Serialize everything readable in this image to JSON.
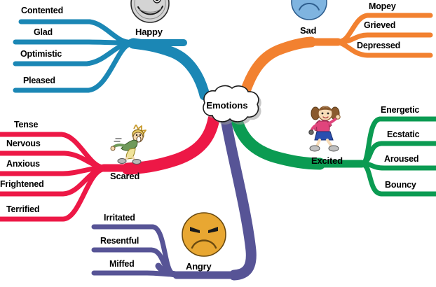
{
  "diagram": {
    "title": "Emotions",
    "type": "mind-map",
    "background_color": "#ffffff",
    "center": {
      "label": "Emotions",
      "shape": "cloud",
      "fill": "#ffffff",
      "stroke": "#000000"
    },
    "branches": [
      {
        "id": "happy",
        "label": "Happy",
        "color": "#1b87b5",
        "icon": "smiley-wink-icon",
        "side": "left-top",
        "children": [
          {
            "label": "Contented"
          },
          {
            "label": "Glad"
          },
          {
            "label": "Optimistic"
          },
          {
            "label": "Pleased"
          }
        ]
      },
      {
        "id": "sad",
        "label": "Sad",
        "color": "#f28130",
        "icon": "sad-face-icon",
        "side": "right-top",
        "children": [
          {
            "label": "Mopey"
          },
          {
            "label": "Grieved"
          },
          {
            "label": "Depressed"
          }
        ]
      },
      {
        "id": "scared",
        "label": "Scared",
        "color": "#ed1846",
        "icon": "running-scared-person-icon",
        "side": "left-middle",
        "children": [
          {
            "label": "Tense"
          },
          {
            "label": "Nervous"
          },
          {
            "label": "Anxious"
          },
          {
            "label": "Frightened"
          },
          {
            "label": "Terrified"
          }
        ]
      },
      {
        "id": "excited",
        "label": "Excited",
        "color": "#0b9b52",
        "icon": "excited-girl-icon",
        "side": "right-middle",
        "children": [
          {
            "label": "Energetic"
          },
          {
            "label": "Ecstatic"
          },
          {
            "label": "Aroused"
          },
          {
            "label": "Bouncy"
          }
        ]
      },
      {
        "id": "angry",
        "label": "Angry",
        "color": "#575496",
        "icon": "angry-face-icon",
        "side": "bottom",
        "children": [
          {
            "label": "Irritated"
          },
          {
            "label": "Resentful"
          },
          {
            "label": "Miffed"
          }
        ]
      }
    ]
  }
}
